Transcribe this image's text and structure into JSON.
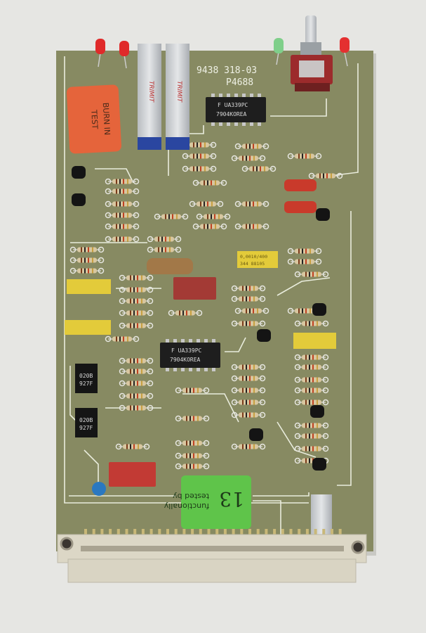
{
  "board": {
    "part_number": "9438 318-03",
    "revision": "P4688",
    "colors": {
      "pcb": "#878a62",
      "trace": "#e9ecdc",
      "connector": "#dcd7c6",
      "resistor": "#d8c7a0"
    }
  },
  "stickers": {
    "burn_in": {
      "line1": "BURN IN",
      "line2": "TEST",
      "color": "#e5643b"
    },
    "tested": {
      "line1": "functionally",
      "line2": "tested by",
      "number": "13",
      "color": "#5fc44a"
    }
  },
  "ics": [
    {
      "line1": "F UA339PC",
      "line2": "7904KOREA"
    },
    {
      "line1": "F UA339PC",
      "line2": "7904KOREA"
    }
  ],
  "optocouplers": [
    {
      "line1": "020B",
      "line2": "927F"
    },
    {
      "line1": "020B",
      "line2": "927F"
    }
  ],
  "capacitors": [
    {
      "line1": "0,0010/400",
      "line2": "344 88105"
    }
  ],
  "trimmers": [
    {
      "label": "TRIMIT"
    },
    {
      "label": "TRIMIT"
    }
  ]
}
